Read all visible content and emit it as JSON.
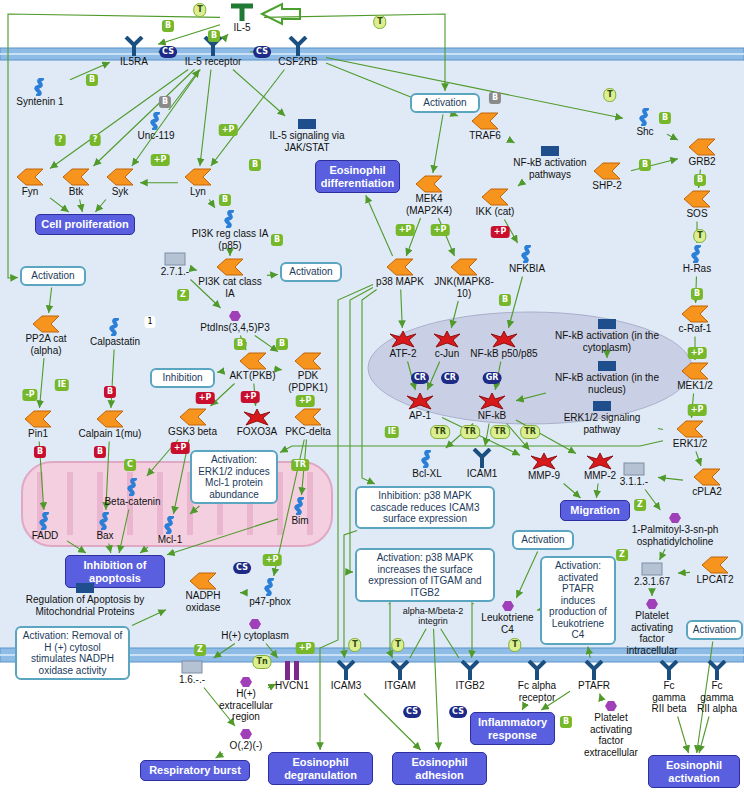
{
  "diagram": {
    "nodes": [
      {
        "text": [
          "IL-5"
        ]
      },
      {
        "text": [
          "IL5RA"
        ]
      },
      {
        "text": [
          "IL-5 receptor"
        ]
      },
      {
        "text": [
          "CSF2RB"
        ]
      },
      {
        "text": [
          "Syntenin 1"
        ]
      },
      {
        "text": [
          "Fyn"
        ]
      },
      {
        "text": [
          "Btk"
        ]
      },
      {
        "text": [
          "Syk"
        ]
      },
      {
        "text": [
          "Unc-119"
        ]
      },
      {
        "text": [
          "Lyn"
        ]
      },
      {
        "text": [
          "Cell proliferation"
        ]
      },
      {
        "text": [
          "IL-5 signaling via JAK/STAT"
        ]
      },
      {
        "text": [
          "Activation"
        ]
      },
      {
        "text": [
          "TRAF6"
        ]
      },
      {
        "text": [
          "NF-kB activation pathways"
        ]
      },
      {
        "text": [
          "Shc"
        ]
      },
      {
        "text": [
          "SHP-2"
        ]
      },
      {
        "text": [
          "GRB2"
        ]
      },
      {
        "text": [
          "SOS"
        ]
      },
      {
        "text": [
          "Eosinophil differentiation"
        ]
      },
      {
        "text": [
          "MEK4 (MAP2K4)"
        ]
      },
      {
        "text": [
          "IKK (cat)"
        ]
      },
      {
        "text": [
          "H-Ras"
        ]
      },
      {
        "text": [
          "PI3K reg class IA (p85)"
        ]
      },
      {
        "text": [
          "PI3K cat class IA"
        ]
      },
      {
        "text": [
          "2.7.1.-"
        ]
      },
      {
        "text": [
          "Activation"
        ]
      },
      {
        "text": [
          "Activation"
        ]
      },
      {
        "text": [
          "p38 MAPK"
        ]
      },
      {
        "text": [
          "JNK(MAPK8-10)"
        ]
      },
      {
        "text": [
          "NFKBIA"
        ]
      },
      {
        "text": [
          "c-Raf-1"
        ]
      },
      {
        "text": [
          "PtdIns(3,4,5)P3"
        ]
      },
      {
        "text": [
          "PP2A cat (alpha)"
        ]
      },
      {
        "text": [
          "Calpastatin"
        ]
      },
      {
        "text": [
          "Inhibition"
        ]
      },
      {
        "text": [
          "AKT(PKB)"
        ]
      },
      {
        "text": [
          "PDK (PDPK1)"
        ]
      },
      {
        "text": [
          "ATF-2"
        ]
      },
      {
        "text": [
          "c-Jun"
        ]
      },
      {
        "text": [
          "NF-kB p50/p85"
        ]
      },
      {
        "text": [
          "NF-kB activation (in the cytoplasm)"
        ]
      },
      {
        "text": [
          "NF-kB activation (in the nucleus)"
        ]
      },
      {
        "text": [
          "MEK1/2"
        ]
      },
      {
        "text": [
          "ERK1/2 signaling pathway"
        ]
      },
      {
        "text": [
          "AP-1"
        ]
      },
      {
        "text": [
          "NF-kB"
        ]
      },
      {
        "text": [
          "Pin1"
        ]
      },
      {
        "text": [
          "Calpain 1(mu)"
        ]
      },
      {
        "text": [
          "GSK3 beta"
        ]
      },
      {
        "text": [
          "Activation: ERK1/2 induces Mcl-1 protein abundance"
        ]
      },
      {
        "text": [
          "FOXO3A"
        ]
      },
      {
        "text": [
          "PKC-delta"
        ]
      },
      {
        "text": [
          "ERK1/2"
        ]
      },
      {
        "text": [
          "cPLA2"
        ]
      },
      {
        "text": [
          "3.1.1.-"
        ]
      },
      {
        "text": [
          "Beta-catenin"
        ]
      },
      {
        "text": [
          "Bcl-XL"
        ]
      },
      {
        "text": [
          "ICAM1"
        ]
      },
      {
        "text": [
          "MMP-9"
        ]
      },
      {
        "text": [
          "MMP-2"
        ]
      },
      {
        "text": [
          "Inhibition: p38 MAPK cascade reduces ICAM3 surface expression"
        ]
      },
      {
        "text": [
          "Bim"
        ]
      },
      {
        "text": [
          "FADD"
        ]
      },
      {
        "text": [
          "Bax"
        ]
      },
      {
        "text": [
          "Mcl-1"
        ]
      },
      {
        "text": [
          "Migration"
        ]
      },
      {
        "text": [
          "1-Palmitoyl-3-sn-ph osphatidylcholine"
        ]
      },
      {
        "text": [
          "Activation"
        ]
      },
      {
        "text": [
          "Inhibition of apoptosis"
        ]
      },
      {
        "text": [
          "Regulation of Apoptosis by Mitochondrial Proteins"
        ]
      },
      {
        "text": [
          "NADPH oxidase"
        ]
      },
      {
        "text": [
          "p47-phox"
        ]
      },
      {
        "text": [
          "Activation: p38 MAPK increases the surface expression of ITGAM and ITGB2"
        ]
      },
      {
        "text": [
          "Leukotriene C4"
        ]
      },
      {
        "text": [
          "Activation: activated PTAFR induces production of Leukotriene C4"
        ]
      },
      {
        "text": [
          "2.3.1.67"
        ]
      },
      {
        "text": [
          "LPCAT2"
        ]
      },
      {
        "text": [
          "Platelet activating factor intracellular"
        ]
      },
      {
        "text": [
          "Activation"
        ]
      },
      {
        "text": [
          "H(+) cytoplasm"
        ]
      },
      {
        "text": [
          "Activation: Removal of H (+) cytosol stimulates NADPH oxidase activity"
        ]
      },
      {
        "text": [
          "alpha-M/beta-2 integrin"
        ]
      },
      {
        "text": [
          "1.6.-.-"
        ]
      },
      {
        "text": [
          "HVCN1"
        ]
      },
      {
        "text": [
          "ICAM3"
        ]
      },
      {
        "text": [
          "ITGAM"
        ]
      },
      {
        "text": [
          "ITGB2"
        ]
      },
      {
        "text": [
          "Fc alpha receptor"
        ]
      },
      {
        "text": [
          "PTAFR"
        ]
      },
      {
        "text": [
          "Platelet activating factor extracellular"
        ]
      },
      {
        "text": [
          "Fc gamma RII beta"
        ]
      },
      {
        "text": [
          "Fc gamma RII alpha"
        ]
      },
      {
        "text": [
          "O(,2)(-)"
        ]
      },
      {
        "text": [
          "H(+) extracellular region"
        ]
      },
      {
        "text": [
          "Inflammatory response"
        ]
      },
      {
        "text": [
          "Respiratory burst"
        ]
      },
      {
        "text": [
          "Eosinophil degranulation"
        ]
      },
      {
        "text": [
          "Eosinophil adhesion"
        ]
      },
      {
        "text": [
          "Eosinophil activation"
        ]
      }
    ],
    "edges": [
      {
        "from": 0,
        "to": 27,
        "arrow": "to"
      },
      {
        "from": 0,
        "to": 12,
        "arrow": "to"
      },
      {
        "from": 0,
        "to": 1,
        "arrow": "to"
      },
      {
        "from": 0,
        "to": 2,
        "arrow": "to"
      },
      {
        "from": 1,
        "to": 2,
        "arrow": "none"
      },
      {
        "from": 2,
        "to": 3,
        "arrow": "none"
      },
      {
        "from": 4,
        "to": 1,
        "arrow": "to"
      },
      {
        "from": 2,
        "to": 5,
        "arrow": "to"
      },
      {
        "from": 2,
        "to": 6,
        "arrow": "to"
      },
      {
        "from": 2,
        "to": 7,
        "arrow": "to"
      },
      {
        "from": 2,
        "to": 9,
        "arrow": "to"
      },
      {
        "from": 3,
        "to": 9,
        "arrow": "to"
      },
      {
        "from": 8,
        "to": 2,
        "arrow": "to"
      },
      {
        "from": 9,
        "to": 7,
        "arrow": "to"
      },
      {
        "from": 5,
        "to": 10,
        "arrow": "to"
      },
      {
        "from": 6,
        "to": 10,
        "arrow": "to"
      },
      {
        "from": 7,
        "to": 10,
        "arrow": "to"
      },
      {
        "from": 2,
        "to": 11,
        "arrow": "to"
      },
      {
        "from": 12,
        "to": 20,
        "arrow": "to"
      },
      {
        "from": 3,
        "to": 13,
        "arrow": "to"
      },
      {
        "from": 13,
        "to": 14,
        "arrow": "to"
      },
      {
        "from": 14,
        "to": 21,
        "arrow": "to"
      },
      {
        "from": 21,
        "to": 30,
        "arrow": "to"
      },
      {
        "from": 30,
        "to": 40,
        "arrow": "to"
      },
      {
        "from": 3,
        "to": 15,
        "arrow": "to"
      },
      {
        "from": 15,
        "to": 17,
        "arrow": "to"
      },
      {
        "from": 16,
        "to": 17,
        "arrow": "to"
      },
      {
        "from": 17,
        "to": 18,
        "arrow": "to"
      },
      {
        "from": 18,
        "to": 22,
        "arrow": "to"
      },
      {
        "from": 22,
        "to": 31,
        "arrow": "to"
      },
      {
        "from": 31,
        "to": 43,
        "arrow": "to"
      },
      {
        "from": 43,
        "to": 53,
        "arrow": "to"
      },
      {
        "from": 20,
        "to": 28,
        "arrow": "to"
      },
      {
        "from": 20,
        "to": 29,
        "arrow": "to"
      },
      {
        "from": 28,
        "to": 38,
        "arrow": "to"
      },
      {
        "from": 29,
        "to": 39,
        "arrow": "to"
      },
      {
        "from": 38,
        "to": 45,
        "arrow": "to"
      },
      {
        "from": 39,
        "to": 45,
        "arrow": "to"
      },
      {
        "from": 40,
        "to": 46,
        "arrow": "to"
      },
      {
        "from": 41,
        "to": 42,
        "arrow": "to"
      },
      {
        "from": 42,
        "to": 46,
        "arrow": "to"
      },
      {
        "from": 53,
        "to": 44,
        "arrow": "none"
      },
      {
        "from": 53,
        "to": 54,
        "arrow": "to"
      },
      {
        "from": 54,
        "to": 55,
        "arrow": "to"
      },
      {
        "from": 55,
        "to": 67,
        "arrow": "to"
      },
      {
        "from": 67,
        "to": 76,
        "arrow": "to"
      },
      {
        "from": 77,
        "to": 76,
        "arrow": "to"
      },
      {
        "from": 76,
        "to": 78,
        "arrow": "to"
      },
      {
        "from": 90,
        "to": 89,
        "arrow": "to"
      },
      {
        "from": 89,
        "to": 75,
        "arrow": "to"
      },
      {
        "from": 75,
        "to": 74,
        "arrow": "to"
      },
      {
        "from": 9,
        "to": 23,
        "arrow": "to"
      },
      {
        "from": 23,
        "to": 24,
        "arrow": "to"
      },
      {
        "from": 24,
        "to": 25,
        "arrow": "to"
      },
      {
        "from": 25,
        "to": 32,
        "arrow": "to"
      },
      {
        "from": 24,
        "to": 26,
        "arrow": "to"
      },
      {
        "from": 32,
        "to": 36,
        "arrow": "to"
      },
      {
        "from": 32,
        "to": 37,
        "arrow": "to"
      },
      {
        "from": 37,
        "to": 36,
        "arrow": "to"
      },
      {
        "from": 37,
        "to": 52,
        "arrow": "to"
      },
      {
        "from": 36,
        "to": 35,
        "arrow": "to"
      },
      {
        "from": 36,
        "to": 49,
        "arrow": "to"
      },
      {
        "from": 36,
        "to": 51,
        "arrow": "to"
      },
      {
        "from": 49,
        "to": 56,
        "arrow": "to"
      },
      {
        "from": 49,
        "to": 65,
        "arrow": "to"
      },
      {
        "from": 27,
        "to": 33,
        "arrow": "to"
      },
      {
        "from": 33,
        "to": 47,
        "arrow": "to"
      },
      {
        "from": 34,
        "to": 48,
        "arrow": "to"
      },
      {
        "from": 47,
        "to": 63,
        "arrow": "to"
      },
      {
        "from": 48,
        "to": 64,
        "arrow": "to"
      },
      {
        "from": 56,
        "to": 69,
        "arrow": "to"
      },
      {
        "from": 63,
        "to": 69,
        "arrow": "to"
      },
      {
        "from": 64,
        "to": 69,
        "arrow": "to"
      },
      {
        "from": 65,
        "to": 69,
        "arrow": "to"
      },
      {
        "from": 62,
        "to": 69,
        "arrow": "to"
      },
      {
        "from": 46,
        "to": 57,
        "arrow": "to"
      },
      {
        "from": 46,
        "to": 58,
        "arrow": "to"
      },
      {
        "from": 46,
        "to": 59,
        "arrow": "to"
      },
      {
        "from": 46,
        "to": 60,
        "arrow": "to"
      },
      {
        "from": 45,
        "to": 59,
        "arrow": "to"
      },
      {
        "from": 52,
        "to": 62,
        "arrow": "to"
      },
      {
        "from": 52,
        "to": 72,
        "arrow": "to"
      },
      {
        "from": 72,
        "to": 71,
        "arrow": "to"
      },
      {
        "from": 80,
        "to": 83,
        "arrow": "to"
      },
      {
        "from": 83,
        "to": 93,
        "arrow": "to"
      },
      {
        "from": 80,
        "to": 84,
        "arrow": "to"
      },
      {
        "from": 84,
        "to": 94,
        "arrow": "to"
      },
      {
        "from": 81,
        "to": 71,
        "arrow": "to"
      },
      {
        "from": 93,
        "to": 96,
        "arrow": "to"
      },
      {
        "from": 28,
        "to": 61,
        "arrow": "to"
      },
      {
        "from": 28,
        "to": 73,
        "arrow": "to"
      },
      {
        "from": 28,
        "to": 97,
        "arrow": "to"
      },
      {
        "from": 28,
        "to": 19,
        "arrow": "to"
      },
      {
        "from": 61,
        "to": 85,
        "arrow": "to"
      },
      {
        "from": 73,
        "to": 86,
        "arrow": "to"
      },
      {
        "from": 73,
        "to": 87,
        "arrow": "to"
      },
      {
        "from": 86,
        "to": 82,
        "arrow": "none"
      },
      {
        "from": 87,
        "to": 82,
        "arrow": "none"
      },
      {
        "from": 82,
        "to": 98,
        "arrow": "to"
      },
      {
        "from": 85,
        "to": 98,
        "arrow": "to"
      },
      {
        "from": 59,
        "to": 66,
        "arrow": "to"
      },
      {
        "from": 60,
        "to": 66,
        "arrow": "to"
      },
      {
        "from": 88,
        "to": 95,
        "arrow": "to"
      },
      {
        "from": 89,
        "to": 95,
        "arrow": "to"
      },
      {
        "from": 91,
        "to": 99,
        "arrow": "to"
      },
      {
        "from": 92,
        "to": 99,
        "arrow": "to"
      },
      {
        "from": 79,
        "to": 99,
        "arrow": "to"
      },
      {
        "from": 53,
        "to": 50,
        "arrow": "to"
      },
      {
        "from": 50,
        "to": 65,
        "arrow": "to"
      },
      {
        "from": 68,
        "to": 74,
        "arrow": "to"
      }
    ],
    "labels": [
      "T",
      "B",
      "B",
      "CS",
      "CS",
      "B",
      "?",
      "?",
      "B",
      "+P",
      "+P",
      "B",
      "T",
      "B",
      "T",
      "B",
      "B",
      "B",
      "T",
      "B",
      "+P",
      "+P",
      "+P",
      "+P",
      "+P",
      "B",
      "B",
      "B",
      "Z",
      "B",
      "B",
      "+P",
      "+P",
      "+P",
      "IE",
      "-P",
      "B",
      "1",
      "CR",
      "CR",
      "GR",
      "B",
      "B",
      "C",
      "+P",
      "TR",
      "IE",
      "TR",
      "TR",
      "TR",
      "TR",
      "Z",
      "Z",
      "CS",
      "+P",
      "Z",
      "+P",
      "Tn",
      "CS",
      "CS",
      "B",
      "T",
      "T",
      "T"
    ]
  }
}
